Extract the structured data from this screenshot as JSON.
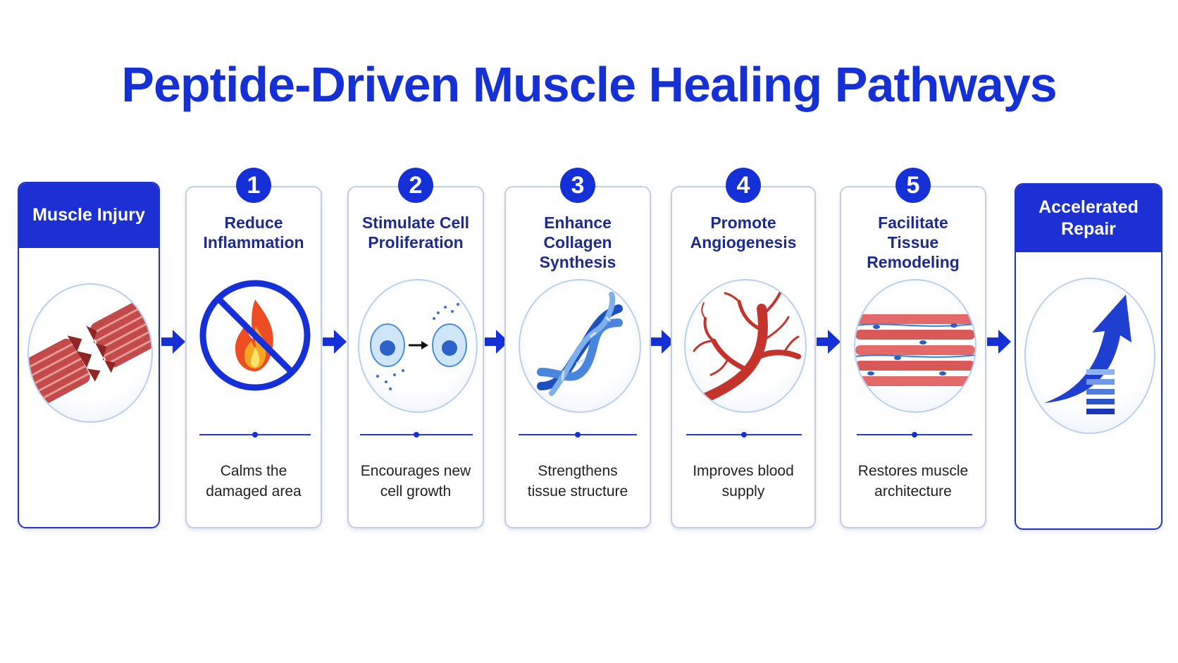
{
  "title": "Peptide-Driven Muscle Healing Pathways",
  "start": {
    "label": "Muscle Injury",
    "icon": "torn-muscle-icon"
  },
  "steps": [
    {
      "number": "1",
      "title_lines": [
        "Reduce",
        "Inflammation"
      ],
      "desc_lines": [
        "Calms the",
        "damaged area"
      ],
      "icon": "no-fire-icon"
    },
    {
      "number": "2",
      "title_lines": [
        "Stimulate Cell",
        "Proliferation"
      ],
      "desc_lines": [
        "Encourages new",
        "cell growth"
      ],
      "icon": "cell-division-icon"
    },
    {
      "number": "3",
      "title_lines": [
        "Enhance",
        "Collagen Synthesis"
      ],
      "desc_lines": [
        "Strengthens",
        "tissue structure"
      ],
      "icon": "collagen-helix-icon"
    },
    {
      "number": "4",
      "title_lines": [
        "Promote",
        "Angiogenesis"
      ],
      "desc_lines": [
        "Improves blood",
        "supply"
      ],
      "icon": "blood-vessels-icon"
    },
    {
      "number": "5",
      "title_lines": [
        "Facilitate",
        "Tissue Remodeling"
      ],
      "desc_lines": [
        "Restores muscle",
        "architecture"
      ],
      "icon": "muscle-fibers-icon"
    }
  ],
  "end": {
    "label_lines": [
      "Accelerated",
      "Repair"
    ],
    "icon": "rising-arrow-icon"
  },
  "colors": {
    "primary": "#1530d6",
    "title_text": "#1d2a8e",
    "card_border": "#c3cde4",
    "muscle_red": "#c9504f"
  }
}
